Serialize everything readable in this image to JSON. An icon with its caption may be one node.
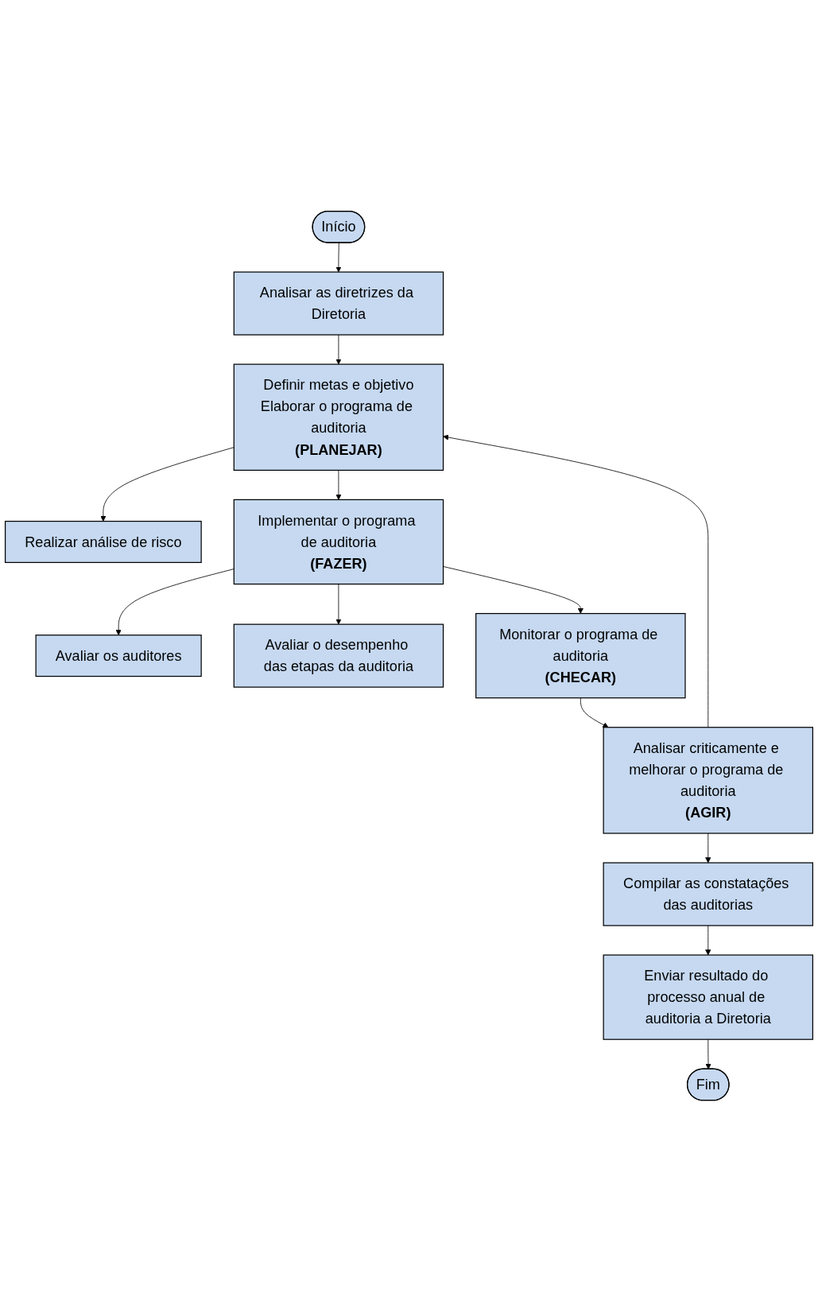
{
  "diagram": {
    "nodes": [
      {
        "text": [
          "Início"
        ]
      },
      {
        "text": [
          "Analisar as diretrizes da Diretoria"
        ]
      },
      {
        "text": [
          "Definir metas e objetivo",
          "Elaborar o programa de auditoria",
          "**(PLANEJAR)**"
        ]
      },
      {
        "text": [
          "Realizar análise de risco"
        ]
      },
      {
        "text": [
          "Implementar o programa de auditoria",
          "**(FAZER)**"
        ]
      },
      {
        "text": [
          "Avaliar os auditores"
        ]
      },
      {
        "text": [
          "Avaliar o desempenho das etapas da auditoria"
        ]
      },
      {
        "text": [
          "Monitorar o programa de auditoria",
          "**(CHECAR)**"
        ]
      },
      {
        "text": [
          "Analisar criticamente e melhorar o programa de auditoria",
          "**(AGIR)**"
        ]
      },
      {
        "text": [
          "Compilar as constatações das auditorias"
        ]
      },
      {
        "text": [
          "Enviar resultado do processo anual de auditoria a Diretoria"
        ]
      },
      {
        "text": [
          "Fim"
        ]
      }
    ],
    "edges": [
      {
        "from": 0,
        "to": 1,
        "arrow": "to"
      },
      {
        "from": 1,
        "to": 2,
        "arrow": "to"
      },
      {
        "from": 2,
        "to": 3,
        "arrow": "to"
      },
      {
        "from": 2,
        "to": 4,
        "arrow": "to"
      },
      {
        "from": 4,
        "to": 5,
        "arrow": "to"
      },
      {
        "from": 4,
        "to": 6,
        "arrow": "to"
      },
      {
        "from": 4,
        "to": 7,
        "arrow": "to"
      },
      {
        "from": 7,
        "to": 8,
        "arrow": "to"
      },
      {
        "from": 8,
        "to": 2,
        "arrow": "to"
      },
      {
        "from": 8,
        "to": 9,
        "arrow": "to"
      },
      {
        "from": 9,
        "to": 10,
        "arrow": "to"
      },
      {
        "from": 10,
        "to": 11,
        "arrow": "to"
      }
    ]
  }
}
